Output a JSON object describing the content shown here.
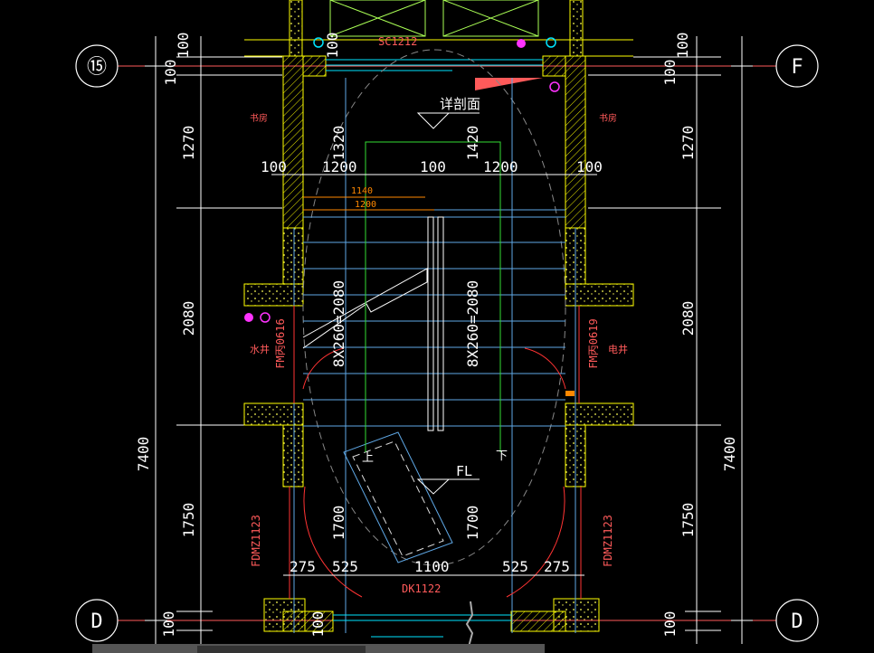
{
  "axes": {
    "top_left": "⑮",
    "top_right": "F",
    "bottom_left": "D",
    "bottom_right": "D"
  },
  "labels": {
    "section_detail": "详剖面",
    "floor_level": "FL",
    "window_code": "SC1212",
    "door_code_bottom": "DK1122",
    "fire_door_left": "FM丙0616",
    "fire_door_right": "FM丙0619",
    "fdmz_left": "FDMZ1123",
    "fdmz_right": "FDMZ1123",
    "room_left_top": "书房",
    "room_right_top": "书房",
    "shaft_left": "水井",
    "shaft_right": "电井",
    "stair_up": "上",
    "stair_down": "下",
    "stair_calc_left": "8X260=2080",
    "stair_calc_right": "8X260=2080",
    "small_dim_1": "1140",
    "small_dim_2": "1200"
  },
  "dims": {
    "left_100_top": "100",
    "left_1270": "1270",
    "left_2080": "2080",
    "left_7400": "7400",
    "left_1750": "1750",
    "left_100_bottom": "100",
    "left_100_mid": "100",
    "right_100_top": "100",
    "right_1270": "1270",
    "right_2080": "2080",
    "right_7400": "7400",
    "right_1750": "1750",
    "right_100_bottom": "100",
    "right_100_mid": "100",
    "inner_1320": "1320",
    "inner_1420": "1420",
    "inner_1700_left": "1700",
    "inner_1700_right": "1700",
    "inner_100_bottom": "100",
    "inner_100_top": "100",
    "h_100_left": "100",
    "h_1200_a": "1200",
    "h_100_mid": "100",
    "h_1200_b": "1200",
    "h_100_right": "100",
    "b_275_a": "275",
    "b_525_a": "525",
    "b_1100": "1100",
    "b_525_b": "525",
    "b_275_b": "275"
  },
  "colors": {
    "background": "#000000",
    "wall_hatch": "#ffff00",
    "dimension": "#ffffff",
    "label_red": "#ff2a2a",
    "stair_blue": "#5fa8e6",
    "axis_line": "#ff5a5a",
    "green_line": "#33dd33",
    "cyan": "#00e5ff",
    "magenta": "#ff33ff"
  }
}
